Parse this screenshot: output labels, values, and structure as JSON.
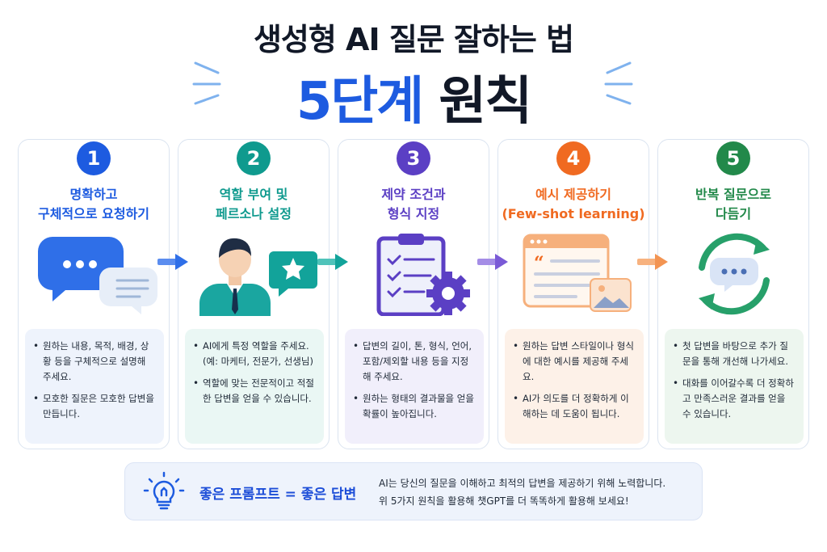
{
  "header": {
    "title_line1": "생성형 AI 질문 잘하는 법",
    "title_accent": "5단계",
    "title_rest": "원칙"
  },
  "steps": [
    {
      "number": "1",
      "title_lines": [
        "명확하고",
        "구체적으로 요청하기"
      ],
      "color": "#1d5be0",
      "illustration": "chat-bubbles-icon",
      "bullets": [
        "원하는 내용, 목적, 배경, 상황 등을 구체적으로 설명해 주세요.",
        "모호한 질문은 모호한 답변을 만듭니다."
      ]
    },
    {
      "number": "2",
      "title_lines": [
        "역할 부여 및",
        "페르소나 설정"
      ],
      "color": "#0f9a8e",
      "illustration": "person-with-star-icon",
      "bullets": [
        "AI에게 특정 역할을 주세요. (예: 마케터, 전문가, 선생님)",
        "역할에 맞는 전문적이고 적절한 답변을 얻을 수 있습니다."
      ]
    },
    {
      "number": "3",
      "title_lines": [
        "제약 조건과",
        "형식 지정"
      ],
      "color": "#5b3fc4",
      "illustration": "clipboard-checklist-gear-icon",
      "bullets": [
        "답변의 길이, 톤, 형식, 언어, 포함/제외할 내용 등을 지정해 주세요.",
        "원하는 형태의 결과물을 얻을 확률이 높아집니다."
      ]
    },
    {
      "number": "4",
      "title_lines": [
        "예시 제공하기",
        "(Few-shot learning)"
      ],
      "color": "#f06a21",
      "illustration": "browser-quote-image-icon",
      "bullets": [
        "원하는 답변 스타일이나 형식에 대한 예시를 제공해 주세요.",
        "AI가 의도를 더 정확하게 이해하는 데 도움이 됩니다."
      ]
    },
    {
      "number": "5",
      "title_lines": [
        "반복 질문으로",
        "다듬기"
      ],
      "color": "#22894a",
      "illustration": "refresh-chat-icon",
      "bullets": [
        "첫 답변을 바탕으로 추가 질문을 통해 개선해 나가세요.",
        "대화를 이어갈수록 더 정확하고 만족스러운 결과를 얻을 수 있습니다."
      ]
    }
  ],
  "footer": {
    "slogan": "좋은 프롬프트 = 좋은 답변",
    "desc_line1": "AI는 당신의 질문을 이해하고 최적의 답변을 제공하기 위해 노력합니다.",
    "desc_line2": "위 5가지 원칙을 활용해 챗GPT를 더 똑똑하게 활용해 보세요!",
    "icon": "lightbulb-icon"
  }
}
